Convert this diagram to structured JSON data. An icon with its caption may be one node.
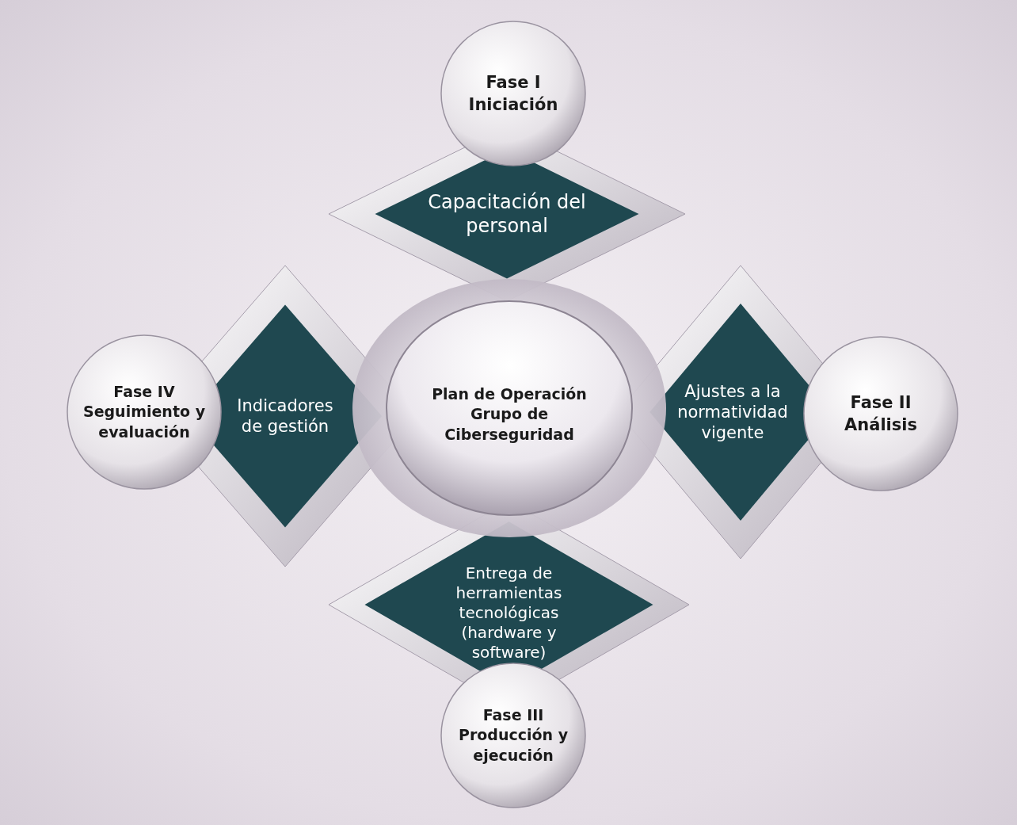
{
  "diagram": {
    "nodes": [
      {
        "text": [
          "Plan de Operación Grupo de Ciberseguridad"
        ]
      },
      {
        "text": [
          "Capacitación del personal"
        ]
      },
      {
        "text": [
          "Fase I Iniciación"
        ]
      },
      {
        "text": [
          "Ajustes a la normatividad vigente"
        ]
      },
      {
        "text": [
          "Fase II Análisis"
        ]
      },
      {
        "text": [
          "Entrega de herramientas tecnológicas (hardware y software)"
        ]
      },
      {
        "text": [
          "Fase III Producción y ejecución"
        ]
      },
      {
        "text": [
          "Indicadores de gestión"
        ]
      },
      {
        "text": [
          "Fase IV Seguimiento y evaluación"
        ]
      }
    ]
  }
}
